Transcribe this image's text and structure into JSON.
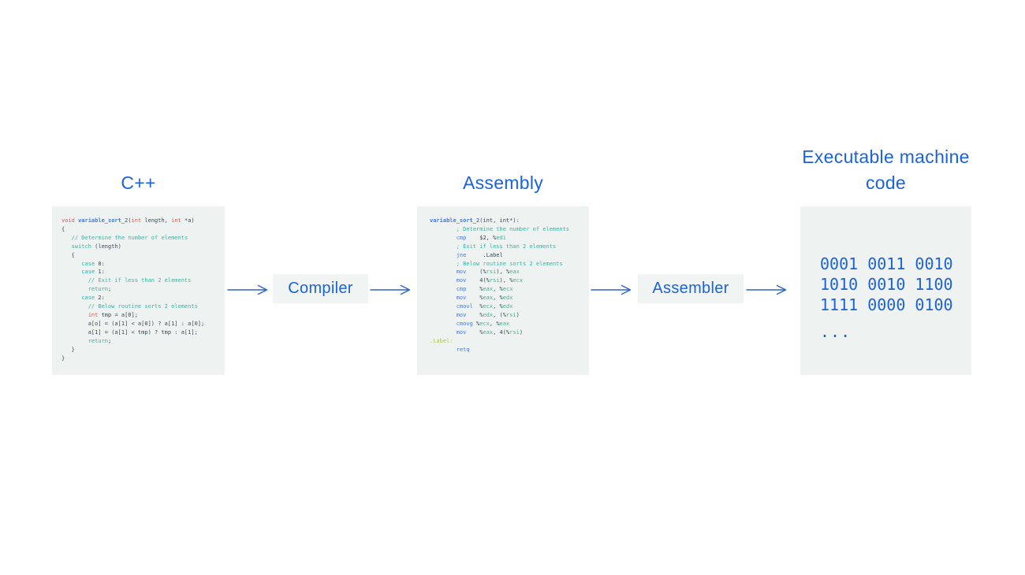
{
  "stages": {
    "cpp": {
      "title": "C++",
      "code": [
        [
          [
            "k",
            "void"
          ],
          [
            "n",
            " "
          ],
          [
            "f",
            "variable_sort_2"
          ],
          [
            "n",
            "("
          ],
          [
            "k",
            "int"
          ],
          [
            "n",
            " length, "
          ],
          [
            "k",
            "int"
          ],
          [
            "n",
            " *a)"
          ]
        ],
        [
          [
            "n",
            "{"
          ]
        ],
        [
          [
            "n",
            "   "
          ],
          [
            "c",
            "// Determine the number of elements"
          ]
        ],
        [
          [
            "n",
            "   "
          ],
          [
            "t",
            "switch"
          ],
          [
            "n",
            " (length)"
          ]
        ],
        [
          [
            "n",
            "   {"
          ]
        ],
        [
          [
            "n",
            "      "
          ],
          [
            "t",
            "case"
          ],
          [
            "n",
            " 0:"
          ]
        ],
        [
          [
            "n",
            "      "
          ],
          [
            "t",
            "case"
          ],
          [
            "n",
            " 1:"
          ]
        ],
        [
          [
            "n",
            "        "
          ],
          [
            "c",
            "// Exit if less than 2 elements"
          ]
        ],
        [
          [
            "n",
            "        "
          ],
          [
            "t",
            "return"
          ],
          [
            "n",
            ";"
          ]
        ],
        [
          [
            "n",
            "      "
          ],
          [
            "t",
            "case"
          ],
          [
            "n",
            " 2:"
          ]
        ],
        [
          [
            "n",
            "        "
          ],
          [
            "c",
            "// Below routine sorts 2 elements"
          ]
        ],
        [
          [
            "n",
            "        "
          ],
          [
            "k",
            "int"
          ],
          [
            "n",
            " tmp = a[0];"
          ]
        ],
        [
          [
            "n",
            "        a[o] = (a[1] < a[0]) ? a[1] : a[0];"
          ]
        ],
        [
          [
            "n",
            "        a[1] = (a[1] < tmp) ? tmp : a[1];"
          ]
        ],
        [
          [
            "n",
            "        "
          ],
          [
            "t",
            "return"
          ],
          [
            "n",
            ";"
          ]
        ],
        [
          [
            "n",
            "   }"
          ]
        ],
        [
          [
            "n",
            "}"
          ]
        ]
      ]
    },
    "assembly": {
      "title": "Assembly",
      "code": [
        [
          [
            "f",
            "variable_sort_2"
          ],
          [
            "n",
            "(int, int*):"
          ]
        ],
        [
          [
            "n",
            "        "
          ],
          [
            "c",
            "; Determine the number of elements"
          ]
        ],
        [
          [
            "n",
            "        "
          ],
          [
            "m",
            "cmp"
          ],
          [
            "n",
            "    $2, %"
          ],
          [
            "r",
            "edi"
          ]
        ],
        [
          [
            "n",
            "        "
          ],
          [
            "c",
            "; Exit if less than 2 elements"
          ]
        ],
        [
          [
            "n",
            "        "
          ],
          [
            "m",
            "jne"
          ],
          [
            "n",
            "     .Label"
          ]
        ],
        [
          [
            "n",
            "        "
          ],
          [
            "c",
            "; Below routine sorts 2 elements"
          ]
        ],
        [
          [
            "n",
            "        "
          ],
          [
            "m",
            "mov"
          ],
          [
            "n",
            "    (%"
          ],
          [
            "r",
            "rsi"
          ],
          [
            "n",
            "), %"
          ],
          [
            "r",
            "eax"
          ]
        ],
        [
          [
            "n",
            "        "
          ],
          [
            "m",
            "mov"
          ],
          [
            "n",
            "    4(%"
          ],
          [
            "r",
            "rsi"
          ],
          [
            "n",
            "), %"
          ],
          [
            "r",
            "ecx"
          ]
        ],
        [
          [
            "n",
            "        "
          ],
          [
            "m",
            "cmp"
          ],
          [
            "n",
            "    %"
          ],
          [
            "r",
            "eax"
          ],
          [
            "n",
            ", %"
          ],
          [
            "r",
            "ecx"
          ]
        ],
        [
          [
            "n",
            "        "
          ],
          [
            "m",
            "mov"
          ],
          [
            "n",
            "    %"
          ],
          [
            "r",
            "eax"
          ],
          [
            "n",
            ", %"
          ],
          [
            "r",
            "edx"
          ]
        ],
        [
          [
            "n",
            "        "
          ],
          [
            "m",
            "cmovl"
          ],
          [
            "n",
            "  %"
          ],
          [
            "r",
            "ecx"
          ],
          [
            "n",
            ", %"
          ],
          [
            "r",
            "edx"
          ]
        ],
        [
          [
            "n",
            "        "
          ],
          [
            "m",
            "mov"
          ],
          [
            "n",
            "    %"
          ],
          [
            "r",
            "edx"
          ],
          [
            "n",
            ", (%"
          ],
          [
            "r",
            "rsi"
          ],
          [
            "n",
            ")"
          ]
        ],
        [
          [
            "n",
            "        "
          ],
          [
            "m",
            "cmovg"
          ],
          [
            "n",
            " %"
          ],
          [
            "r",
            "ecx"
          ],
          [
            "n",
            ", %"
          ],
          [
            "r",
            "eax"
          ]
        ],
        [
          [
            "n",
            "        "
          ],
          [
            "m",
            "mov"
          ],
          [
            "n",
            "    %"
          ],
          [
            "r",
            "eax"
          ],
          [
            "n",
            ", 4(%"
          ],
          [
            "r",
            "rsi"
          ],
          [
            "n",
            ")"
          ]
        ],
        [
          [
            "lbl",
            ".Label:"
          ]
        ],
        [
          [
            "n",
            "        "
          ],
          [
            "m",
            "retq"
          ]
        ]
      ]
    },
    "machine": {
      "title": "Executable machine code",
      "code": [
        [
          [
            "bin",
            "0001 0011 0010"
          ]
        ],
        [
          [
            "bin",
            "1010 0010 1100"
          ]
        ],
        [
          [
            "bin",
            "1111 0000 0100"
          ]
        ],
        [
          [
            "bin",
            "..."
          ]
        ]
      ]
    }
  },
  "processors": {
    "compiler": {
      "label": "Compiler"
    },
    "assembler": {
      "label": "Assembler"
    }
  },
  "colors": {
    "title_blue": "#1a63dc",
    "arrow_blue": "#2b63c8",
    "binary_blue": "#1c63d8",
    "code_box_bg": "#eef2f1",
    "processor_box_bg": "#f0f4f3",
    "code_plain": "#3b4852",
    "code_keyword_red": "#e2594e",
    "code_function_blue": "#4679e4",
    "code_comment_teal": "#3cb4a6",
    "code_keyword_teal": "#35b0a2",
    "code_register_green": "#45b490",
    "code_label_olive": "#aec75c"
  }
}
